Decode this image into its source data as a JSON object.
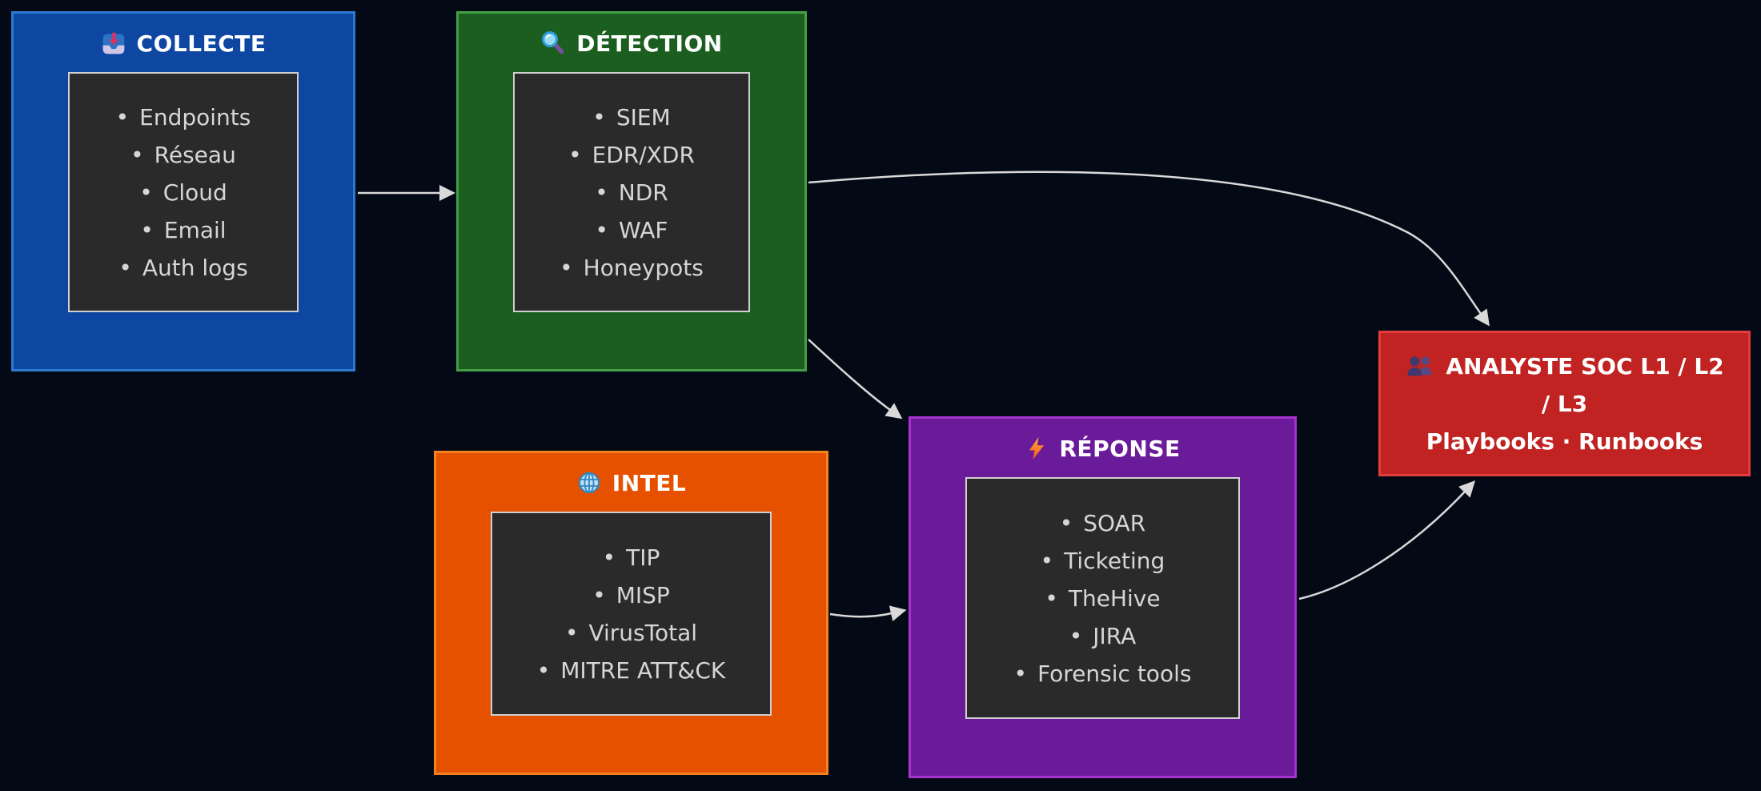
{
  "diagram": {
    "background_color": "#040a15",
    "edge_color": "#d9d9d9",
    "inner_panel_color": "#2a2a2a",
    "nodes": {
      "collecte": {
        "title": "COLLECTE",
        "icon": "inbox-tray",
        "fill_color": "#0d47a1",
        "border_color": "#2e79d2",
        "items": [
          "Endpoints",
          "Réseau",
          "Cloud",
          "Email",
          "Auth logs"
        ]
      },
      "detection": {
        "title": "DÉTECTION",
        "icon": "magnifying-glass",
        "fill_color": "#1b5e20",
        "border_color": "#43a047",
        "items": [
          "SIEM",
          "EDR/XDR",
          "NDR",
          "WAF",
          "Honeypots"
        ]
      },
      "intel": {
        "title": "INTEL",
        "icon": "globe",
        "fill_color": "#e65100",
        "border_color": "#f58220",
        "items": [
          "TIP",
          "MISP",
          "VirusTotal",
          "MITRE ATT&CK"
        ]
      },
      "reponse": {
        "title": "RÉPONSE",
        "icon": "lightning-bolt",
        "fill_color": "#6a1b9a",
        "border_color": "#a832cf",
        "items": [
          "SOAR",
          "Ticketing",
          "TheHive",
          "JIRA",
          "Forensic tools"
        ]
      },
      "analyste": {
        "title_line1": "ANALYSTE SOC L1 / L2",
        "title_line2": "/ L3",
        "subtitle": "Playbooks · Runbooks",
        "icon": "busts-silhouette",
        "fill_color": "#c12323",
        "border_color": "#e23c3c"
      }
    },
    "edges": [
      {
        "from": "collecte",
        "to": "detection"
      },
      {
        "from": "detection",
        "to": "analyste"
      },
      {
        "from": "detection",
        "to": "reponse"
      },
      {
        "from": "intel",
        "to": "reponse"
      },
      {
        "from": "reponse",
        "to": "analyste"
      }
    ]
  }
}
